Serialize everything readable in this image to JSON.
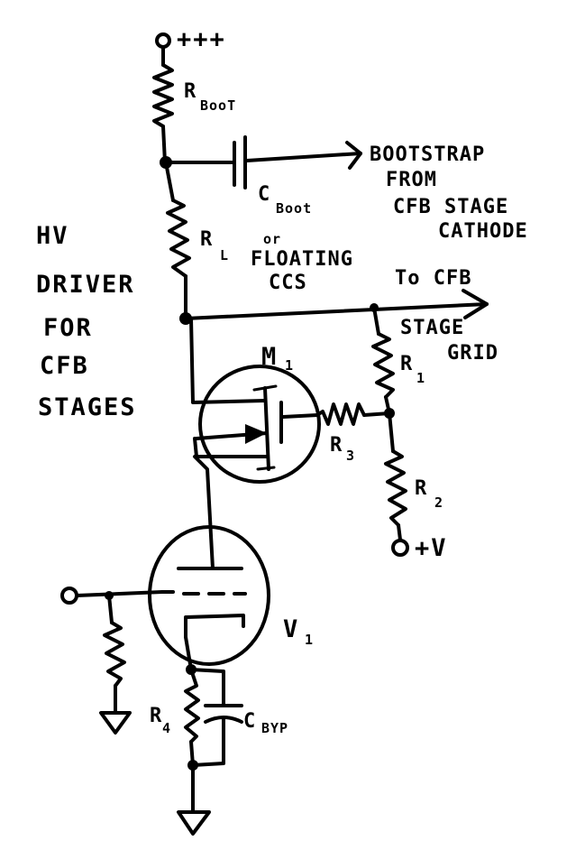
{
  "title": {
    "line1": "HV",
    "line2": "DRIVER",
    "line3": "FOR",
    "line4": "CFB",
    "line5": "STAGES"
  },
  "labels": {
    "supply": "+++",
    "rboot_main": "R",
    "rboot_sub": "BooT",
    "cboot_main": "C",
    "cboot_sub": "Boot",
    "bootstrap1": "BOOTSTRAP",
    "bootstrap2": "FROM",
    "bootstrap3": "CFB STAGE",
    "bootstrap4": "CATHODE",
    "rl_main": "R",
    "rl_sub": "L",
    "or_text": "or",
    "floating": "FLOATING",
    "ccs": "CCS",
    "to_cfb": "To CFB",
    "stage": "STAGE",
    "grid": "GRID",
    "m1_main": "M",
    "m1_sub": "1",
    "r1_main": "R",
    "r1_sub": "1",
    "r3_main": "R",
    "r3_sub": "3",
    "r2_main": "R",
    "r2_sub": "2",
    "plus_v": "+V",
    "v1_main": "V",
    "v1_sub": "1",
    "r4_main": "R",
    "r4_sub": "4",
    "cbyp_main": "C",
    "cbyp_sub": "BYP"
  }
}
